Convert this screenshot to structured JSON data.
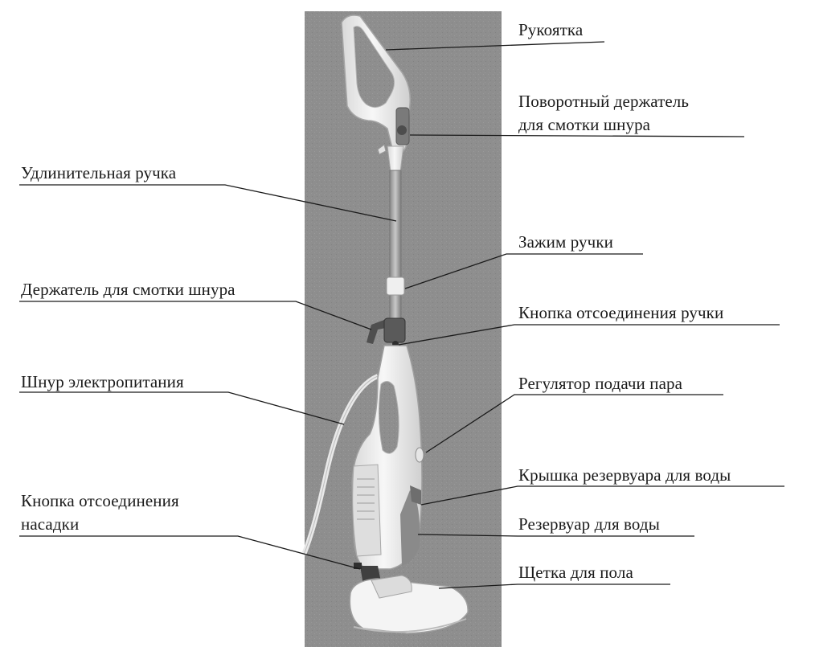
{
  "labels": {
    "handle": "Рукоятка",
    "rotary_holder_line1": "Поворотный держатель",
    "rotary_holder_line2": "для смотки шнура",
    "extension_handle": "Удлинительная ручка",
    "handle_clamp": "Зажим ручки",
    "cord_holder": "Держатель для смотки шнура",
    "handle_release_button": "Кнопка отсоединения ручки",
    "power_cord": "Шнур электропитания",
    "steam_regulator": "Регулятор подачи пара",
    "tank_cap": "Крышка резервуара для воды",
    "attachment_release_line1": "Кнопка отсоединения",
    "attachment_release_line2": "насадки",
    "water_tank": "Резервуар для воды",
    "floor_brush": "Щетка для пола"
  },
  "colors": {
    "photo_background": "#8e8e8e",
    "device_body": "#f2f2f2",
    "device_shadow": "#cfcfcf",
    "rod_metal": "#a9a9a9",
    "dark_parts": "#5a5a5a",
    "leader_line": "#1a1a1a"
  }
}
